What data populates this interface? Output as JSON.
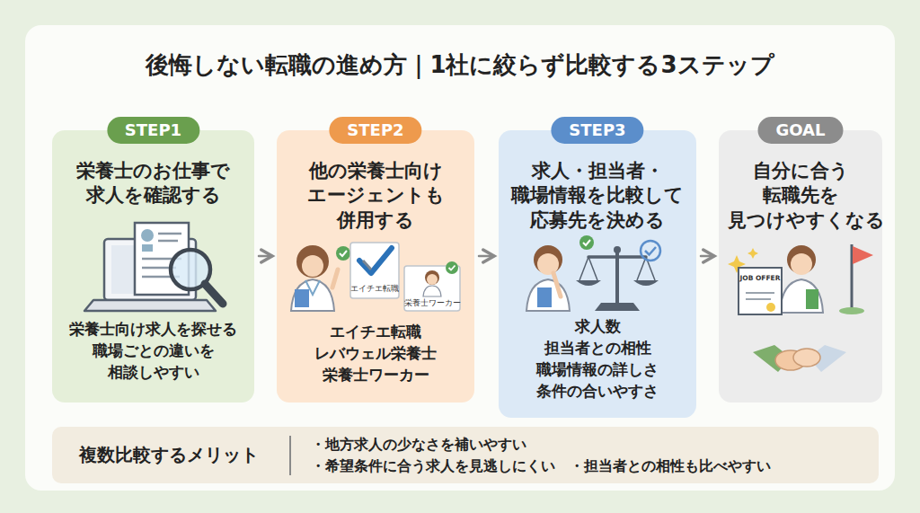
{
  "diagram": {
    "title": "後悔しない転職の進め方｜1社に絞らず比較する3ステップ",
    "nodes": [
      {
        "text": [
          "栄養士のお仕事で 求人を確認する",
          "栄養士向け求人を探せる 職場ごとの違いを 相談しやすい"
        ]
      },
      {
        "text": [
          "STEP1"
        ],
        "in": 0
      },
      {
        "text": [
          "他の栄養士向け エージェントも 併用する",
          "エイチエ転職 レバウェル栄養士 栄養士ワーカー"
        ]
      },
      {
        "text": [
          "STEP2"
        ],
        "in": 2
      },
      {
        "text": [
          "求人・担当者・ 職場情報を比較して 応募先を決める",
          "求人数 担当者との相性 職場情報の詳しさ 条件の合いやすさ"
        ]
      },
      {
        "text": [
          "STEP3"
        ],
        "in": 4
      },
      {
        "text": [
          "自分に合う 転職先を 見つけやすくなる"
        ]
      },
      {
        "text": [
          "GOAL"
        ],
        "in": 6
      },
      {
        "text": [
          "複数比較するメリット",
          "・地方求人の少なさを補いやすい",
          "・希望条件に合う求人を見逃しにくい",
          "・担当者との相性も比べやすい"
        ]
      }
    ],
    "edges": [
      {
        "from": 0,
        "to": 2,
        "arrow": "to"
      },
      {
        "from": 2,
        "to": 4,
        "arrow": "to"
      },
      {
        "from": 4,
        "to": 6,
        "arrow": "to"
      }
    ],
    "labels": [
      "エイチエ転職",
      "栄養士ワーカー",
      "JOB OFFER"
    ]
  }
}
